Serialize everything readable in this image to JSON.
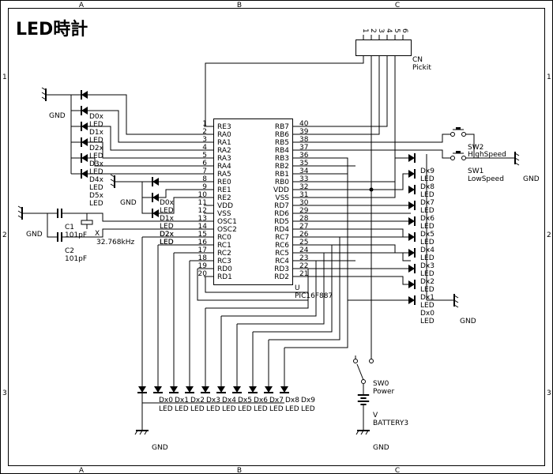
{
  "title": "LED時計",
  "frame": {
    "columns": [
      "A",
      "B",
      "C"
    ],
    "rows": [
      "1",
      "2",
      "3"
    ]
  },
  "ic": {
    "ref": "U",
    "part": "PIC16F887",
    "left_pins": [
      {
        "num": "1",
        "name": "RE3"
      },
      {
        "num": "2",
        "name": "RA0"
      },
      {
        "num": "3",
        "name": "RA1"
      },
      {
        "num": "4",
        "name": "RA2"
      },
      {
        "num": "5",
        "name": "RA3"
      },
      {
        "num": "6",
        "name": "RA4"
      },
      {
        "num": "7",
        "name": "RA5"
      },
      {
        "num": "8",
        "name": "RE0"
      },
      {
        "num": "9",
        "name": "RE1"
      },
      {
        "num": "10",
        "name": "RE2"
      },
      {
        "num": "11",
        "name": "VDD"
      },
      {
        "num": "12",
        "name": "VSS"
      },
      {
        "num": "13",
        "name": "OSC1"
      },
      {
        "num": "14",
        "name": "OSC2"
      },
      {
        "num": "15",
        "name": "RC0"
      },
      {
        "num": "16",
        "name": "RC1"
      },
      {
        "num": "17",
        "name": "RC2"
      },
      {
        "num": "18",
        "name": "RC3"
      },
      {
        "num": "19",
        "name": "RD0"
      },
      {
        "num": "20",
        "name": "RD1"
      }
    ],
    "right_pins": [
      {
        "num": "40",
        "name": "RB7"
      },
      {
        "num": "39",
        "name": "RB6"
      },
      {
        "num": "38",
        "name": "RB5"
      },
      {
        "num": "37",
        "name": "RB4"
      },
      {
        "num": "36",
        "name": "RB3"
      },
      {
        "num": "35",
        "name": "RB2"
      },
      {
        "num": "34",
        "name": "RB1"
      },
      {
        "num": "33",
        "name": "RB0"
      },
      {
        "num": "32",
        "name": "VDD"
      },
      {
        "num": "31",
        "name": "VSS"
      },
      {
        "num": "30",
        "name": "RD7"
      },
      {
        "num": "29",
        "name": "RD6"
      },
      {
        "num": "28",
        "name": "RD5"
      },
      {
        "num": "27",
        "name": "RD4"
      },
      {
        "num": "26",
        "name": "RC7"
      },
      {
        "num": "25",
        "name": "RC6"
      },
      {
        "num": "24",
        "name": "RC5"
      },
      {
        "num": "23",
        "name": "RC4"
      },
      {
        "num": "22",
        "name": "RD3"
      },
      {
        "num": "21",
        "name": "RD2"
      }
    ]
  },
  "connector": {
    "ref": "CN",
    "name": "Pickit",
    "pins": [
      "1",
      "2",
      "3",
      "4",
      "5",
      "6"
    ]
  },
  "left_led_group_1": [
    {
      "ref": "D0x",
      "type": "LED"
    },
    {
      "ref": "D1x",
      "type": "LED"
    },
    {
      "ref": "D2x",
      "type": "LED"
    },
    {
      "ref": "D3x",
      "type": "LED"
    },
    {
      "ref": "D4x",
      "type": "LED"
    },
    {
      "ref": "D5x",
      "type": "LED"
    }
  ],
  "left_led_group_2": [
    {
      "ref": "D0x",
      "type": "LED"
    },
    {
      "ref": "D1x",
      "type": "LED"
    },
    {
      "ref": "D2x",
      "type": "LED"
    }
  ],
  "right_leds": [
    {
      "ref": "Dx9",
      "type": "LED"
    },
    {
      "ref": "Dx8",
      "type": "LED"
    },
    {
      "ref": "Dx7",
      "type": "LED"
    },
    {
      "ref": "Dx6",
      "type": "LED"
    },
    {
      "ref": "Dx5",
      "type": "LED"
    },
    {
      "ref": "Dx4",
      "type": "LED"
    },
    {
      "ref": "Dx3",
      "type": "LED"
    },
    {
      "ref": "Dx2",
      "type": "LED"
    },
    {
      "ref": "Dx1",
      "type": "LED"
    },
    {
      "ref": "Dx0",
      "type": "LED"
    }
  ],
  "bottom_leds": [
    {
      "ref": "Dx0",
      "type": "LED"
    },
    {
      "ref": "Dx1",
      "type": "LED"
    },
    {
      "ref": "Dx2",
      "type": "LED"
    },
    {
      "ref": "Dx3",
      "type": "LED"
    },
    {
      "ref": "Dx4",
      "type": "LED"
    },
    {
      "ref": "Dx5",
      "type": "LED"
    },
    {
      "ref": "Dx6",
      "type": "LED"
    },
    {
      "ref": "Dx7",
      "type": "LED"
    },
    {
      "ref": "Dx8",
      "type": "LED"
    },
    {
      "ref": "Dx9",
      "type": "LED"
    }
  ],
  "capacitors": [
    {
      "ref": "C1",
      "value": "101pF"
    },
    {
      "ref": "C2",
      "value": "101pF"
    }
  ],
  "crystal": {
    "ref": "X",
    "value": "32.768kHz"
  },
  "switches": [
    {
      "ref": "SW2",
      "name": "HighSpeed"
    },
    {
      "ref": "SW1",
      "name": "LowSpeed"
    },
    {
      "ref": "SW0",
      "name": "Power"
    }
  ],
  "battery": {
    "ref": "V",
    "name": "BATTERY3"
  },
  "gnd_label": "GND"
}
